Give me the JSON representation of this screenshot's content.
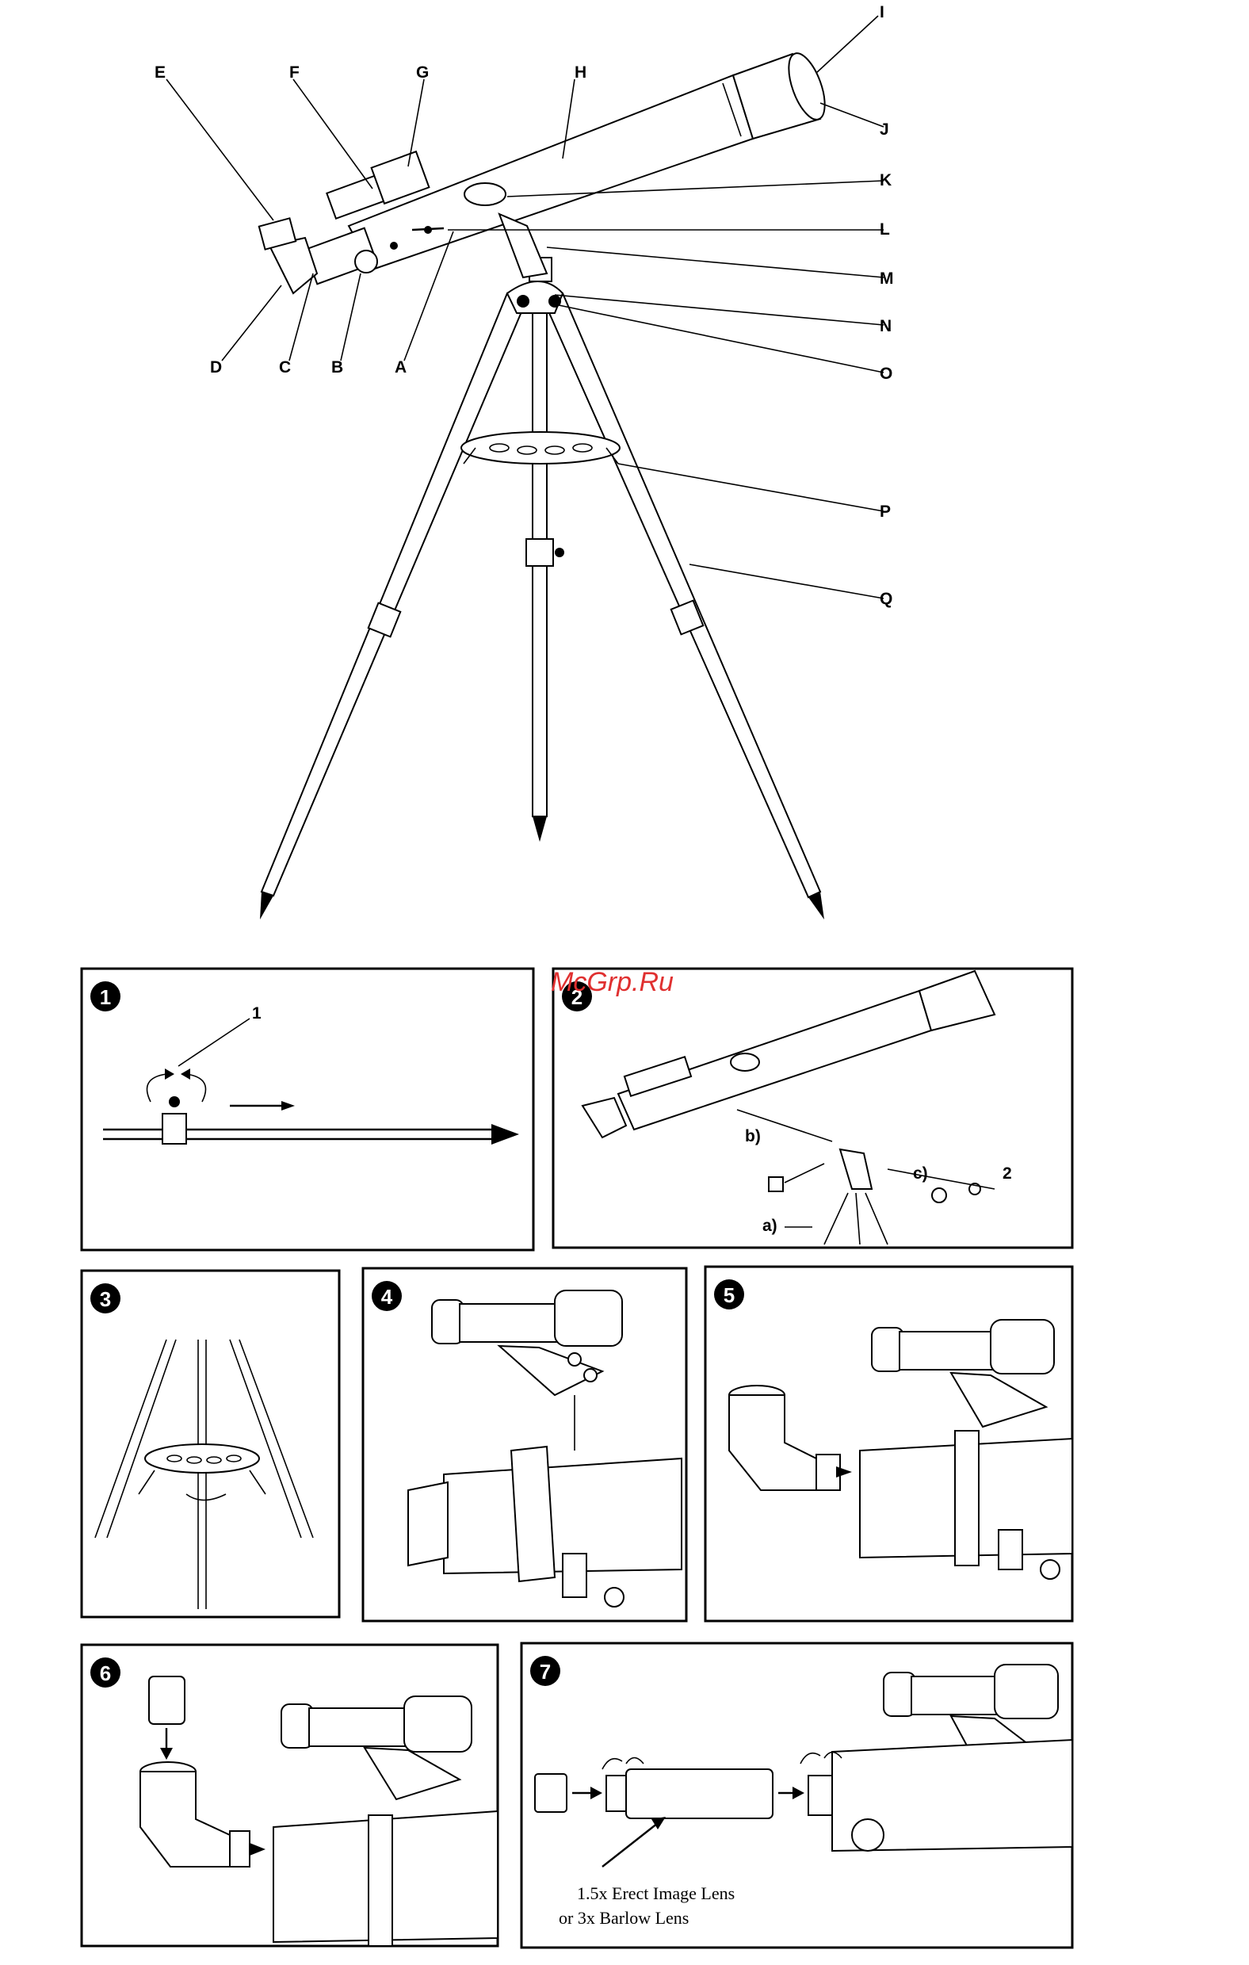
{
  "parts": {
    "labels": [
      "A",
      "B",
      "C",
      "D",
      "E",
      "F",
      "G",
      "H",
      "I",
      "J",
      "K",
      "L",
      "M",
      "N",
      "O",
      "P",
      "Q"
    ]
  },
  "steps": [
    {
      "number": "1",
      "callouts": [
        "1"
      ]
    },
    {
      "number": "2",
      "callouts": [
        "b)",
        "c)",
        "2",
        "a)"
      ]
    },
    {
      "number": "3",
      "callouts": []
    },
    {
      "number": "4",
      "callouts": []
    },
    {
      "number": "5",
      "callouts": []
    },
    {
      "number": "6",
      "callouts": []
    },
    {
      "number": "7",
      "callouts": []
    }
  ],
  "step7_caption": {
    "line1": "1.5x Erect Image Lens",
    "line2": "or 3x Barlow Lens"
  },
  "watermark": "McGrp.Ru"
}
